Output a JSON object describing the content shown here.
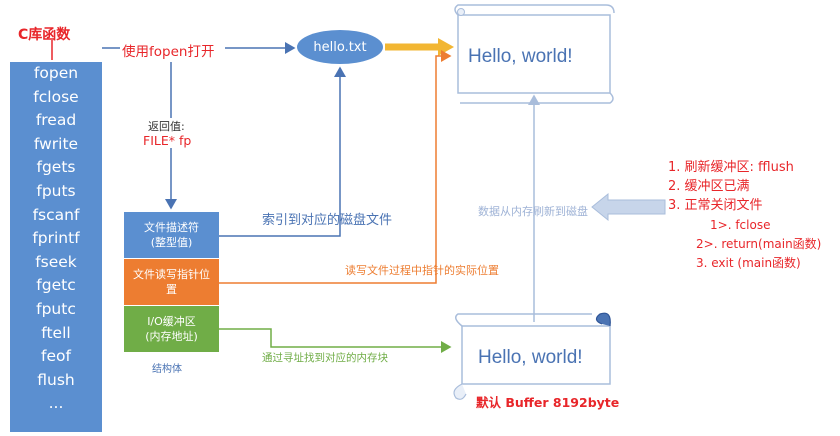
{
  "title": "C库函数",
  "functions": [
    "fopen",
    "fclose",
    "fread",
    "fwrite",
    "fgets",
    "fputs",
    "fscanf",
    "fprintf",
    "fseek",
    "fgetc",
    "fputc",
    "ftell",
    "feof",
    "flush",
    "..."
  ],
  "open_label": "使用fopen打开",
  "file_node": "hello.txt",
  "return_label": "返回值:",
  "return_value": "FILE* fp",
  "struct_boxes": [
    "文件描述符\n(整型值)",
    "文件读写指针位\n置",
    "I/O缓冲区\n(内存地址)"
  ],
  "struct_label": "结构体",
  "index_label": "索引到对应的磁盘文件",
  "pointer_label": "读写文件过程中指针的实际位置",
  "buffer_label": "通过寻址找到对应的内存块",
  "disk_scroll_text": "Hello, world!",
  "buffer_scroll_text": "Hello, world!",
  "buffer_caption": "默认 Buffer 8192byte",
  "flush_label": "数据从内存刷新到磁盘",
  "flush_conditions": [
    "1. 刷新缓冲区: fflush",
    "2. 缓冲区已满",
    "3. 正常关闭文件"
  ],
  "close_ways": [
    "1>. fclose",
    "2>. return(main函数)",
    "3. exit (main函数)"
  ],
  "colors": {
    "blue": "#5b8fd0",
    "orange": "#ed7d31",
    "green": "#70ad47",
    "red": "#e8262a",
    "gold": "#f2b632"
  }
}
